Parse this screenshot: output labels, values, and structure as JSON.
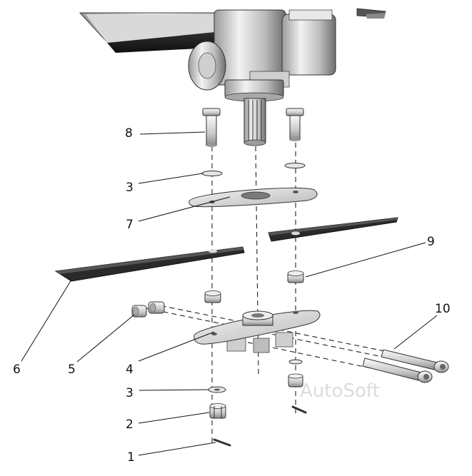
{
  "callouts": {
    "c1": "1",
    "c2": "2",
    "c3a": "3",
    "c3b": "3",
    "c4": "4",
    "c5": "5",
    "c6": "6",
    "c7": "7",
    "c8": "8",
    "c9": "9",
    "c10": "10"
  },
  "watermark": "AutoSoft"
}
